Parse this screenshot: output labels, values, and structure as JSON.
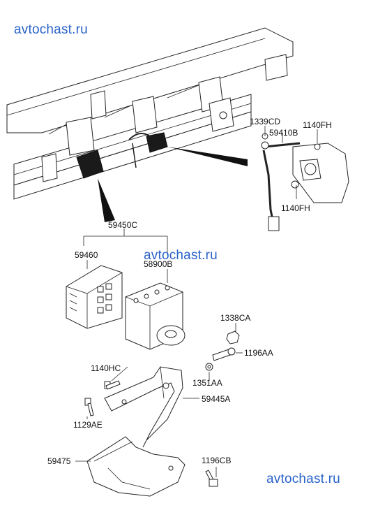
{
  "watermarks": {
    "top_left": "avtochast.ru",
    "middle": "avtochast.ru",
    "bottom_right": "avtochast.ru"
  },
  "labels": {
    "p1339CD": "1339CD",
    "p59410B": "59410B",
    "p1140FH_top": "1140FH",
    "p1140FH_bottom": "1140FH",
    "p59450C": "59450C",
    "p59460": "59460",
    "p58900B": "58900B",
    "p1338CA": "1338CA",
    "p1196AA": "1196AA",
    "p1140HC": "1140HC",
    "p1351AA": "1351AA",
    "p59445A": "59445A",
    "p1129AE": "1129AE",
    "p59475": "59475",
    "p1196CB": "1196CB"
  }
}
